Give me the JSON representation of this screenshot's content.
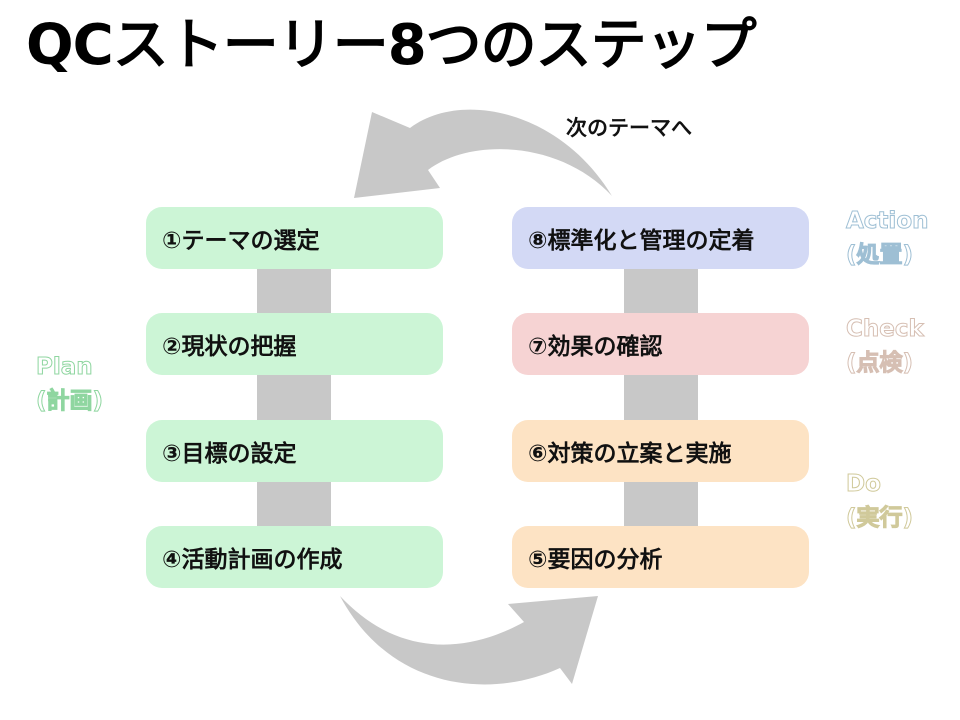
{
  "title": "QCストーリー8つのステップ",
  "next_theme_label": "次のテーマへ",
  "colors": {
    "plan_fill": "#ccf5d6",
    "do_fill": "#fde3c4",
    "check_fill": "#f6d3d3",
    "action_fill": "#d3d9f5",
    "connector": "#c8c8c8",
    "arrow": "#c8c8c8",
    "plan_label": "#8fd6a0",
    "do_label": "#d9d3a0",
    "check_label": "#e0c8bc",
    "action_label": "#9ebfd4"
  },
  "steps": [
    {
      "number": "①",
      "label": "①テーマの選定",
      "phase": "Plan"
    },
    {
      "number": "②",
      "label": "②現状の把握",
      "phase": "Plan"
    },
    {
      "number": "③",
      "label": "③目標の設定",
      "phase": "Plan"
    },
    {
      "number": "④",
      "label": "④活動計画の作成",
      "phase": "Plan"
    },
    {
      "number": "⑤",
      "label": "⑤要因の分析",
      "phase": "Do"
    },
    {
      "number": "⑥",
      "label": "⑥対策の立案と実施",
      "phase": "Do"
    },
    {
      "number": "⑦",
      "label": "⑦効果の確認",
      "phase": "Check"
    },
    {
      "number": "⑧",
      "label": "⑧標準化と管理の定着",
      "phase": "Action"
    }
  ],
  "phases": {
    "plan": {
      "en": "Plan",
      "ja": "(計画)"
    },
    "do": {
      "en": "Do",
      "ja": "(実行)"
    },
    "check": {
      "en": "Check",
      "ja": "(点検)"
    },
    "action": {
      "en": "Action",
      "ja": "(処置)"
    }
  },
  "icons": {
    "top_arrow": "curved-arrow-left-icon",
    "bottom_arrow": "curved-arrow-right-icon"
  }
}
